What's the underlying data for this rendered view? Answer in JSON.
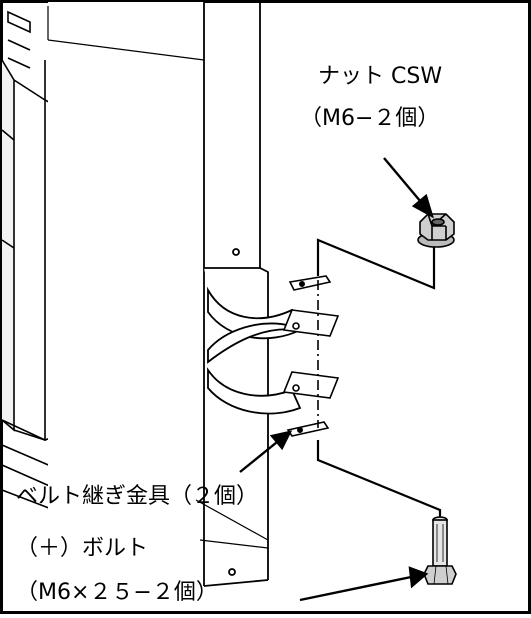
{
  "labels": {
    "nut_name": "ナット CSW",
    "nut_spec": "（M6−２個）",
    "bracket": "ベルト継ぎ金具（２個）",
    "bolt_name": "（＋）ボルト",
    "bolt_spec": "（M6×２５−２個）"
  },
  "colors": {
    "line": "#000000",
    "panel": "#ffffff",
    "shade": "#e8e8e8"
  }
}
